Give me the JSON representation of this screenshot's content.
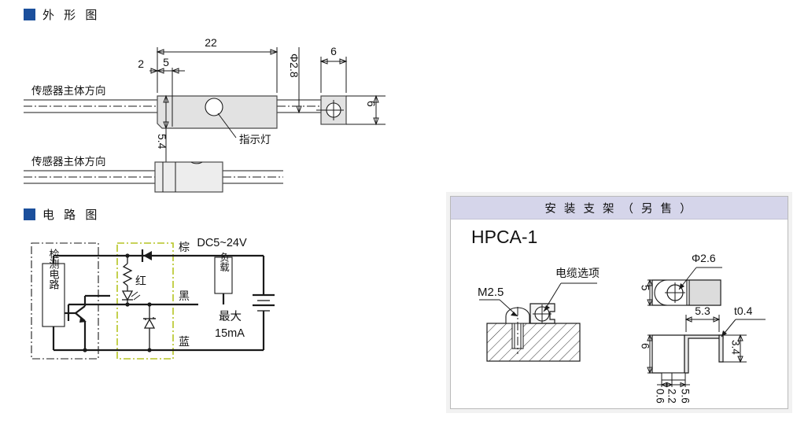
{
  "sections": {
    "outline": {
      "title": "外 形 图",
      "bullet_color": "#1b4f9c"
    },
    "circuit": {
      "title": "电 路 图",
      "bullet_color": "#1b4f9c"
    }
  },
  "outline_drawing": {
    "labels": {
      "sensor_dir_top": "传感器主体方向",
      "sensor_dir_bottom": "传感器主体方向",
      "indicator": "指示灯"
    },
    "dimensions": {
      "length_total": "22",
      "notch_offset": "2",
      "notch_width": "5",
      "cable_dia": "Φ2.8",
      "body_height": "5.4",
      "side_width": "6",
      "side_height": "6"
    }
  },
  "circuit_drawing": {
    "wires": {
      "brown": "棕",
      "black": "黑",
      "blue": "蓝"
    },
    "labels": {
      "detection_circuit": "检测电路",
      "led_red": "红",
      "supply": "DC5~24V",
      "load": "负载",
      "max_current_line1": "最大",
      "max_current_line2": "15mA"
    },
    "colors": {
      "inner_box": "#b5c423",
      "outer_box": "#1a1a1a"
    }
  },
  "bracket_panel": {
    "header": "安 装 支 架 （ 另 售 ）",
    "model": "HPCA-1",
    "labels": {
      "screw": "M2.5",
      "cable_option": "电缆选项"
    },
    "dimensions": {
      "hole_dia": "Φ2.6",
      "top_height": "5",
      "step_width": "5.3",
      "thickness": "t0.4",
      "flange_height": "3.4",
      "side_height": "6",
      "base_a": "0.6",
      "base_b": "2.2",
      "base_c": "5.6"
    },
    "colors": {
      "header_bg": "#d5d5ea",
      "border": "#b9b9b9"
    }
  }
}
